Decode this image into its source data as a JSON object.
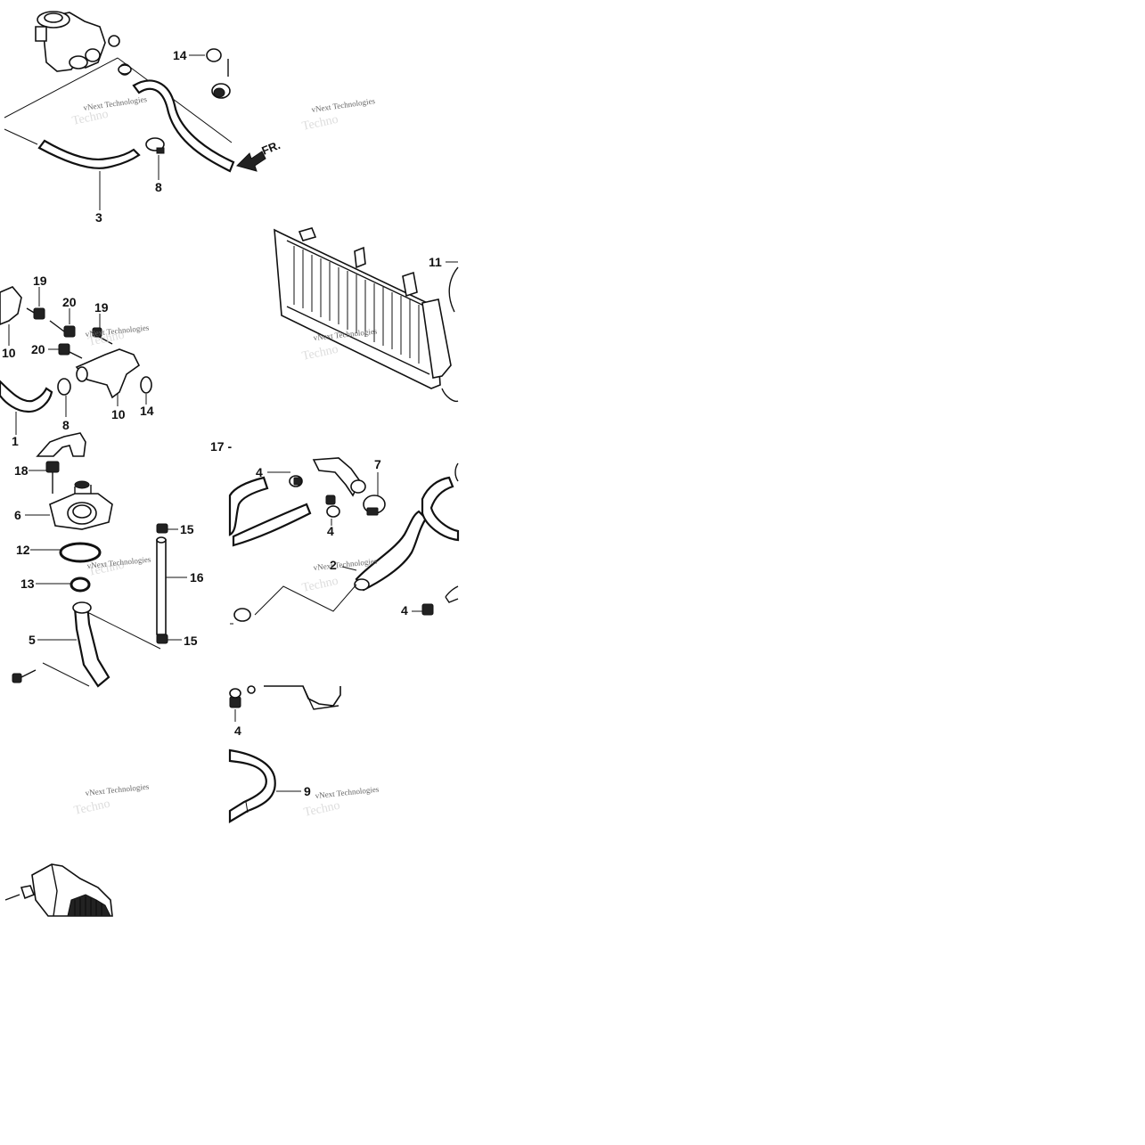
{
  "callouts": {
    "c14a": "14",
    "c3": "3",
    "c8a": "8",
    "c11": "11",
    "c19a": "19",
    "c20a": "20",
    "c19b": "19",
    "c20b": "20",
    "c10a": "10",
    "c10b": "10",
    "c14b": "14",
    "c8b": "8",
    "c1": "1",
    "c17": "17 -",
    "c4a": "4",
    "c7": "7",
    "c4b": "4",
    "c18": "18",
    "c6": "6",
    "c15a": "15",
    "c12": "12",
    "c16": "16",
    "c13": "13",
    "c2": "2",
    "c4c": "4",
    "c5": "5",
    "c15b": "15",
    "c4d": "4",
    "c9": "9"
  },
  "direction_label": "FR.",
  "watermark": {
    "text": "vNext Technologies",
    "shadow": "Techno"
  }
}
